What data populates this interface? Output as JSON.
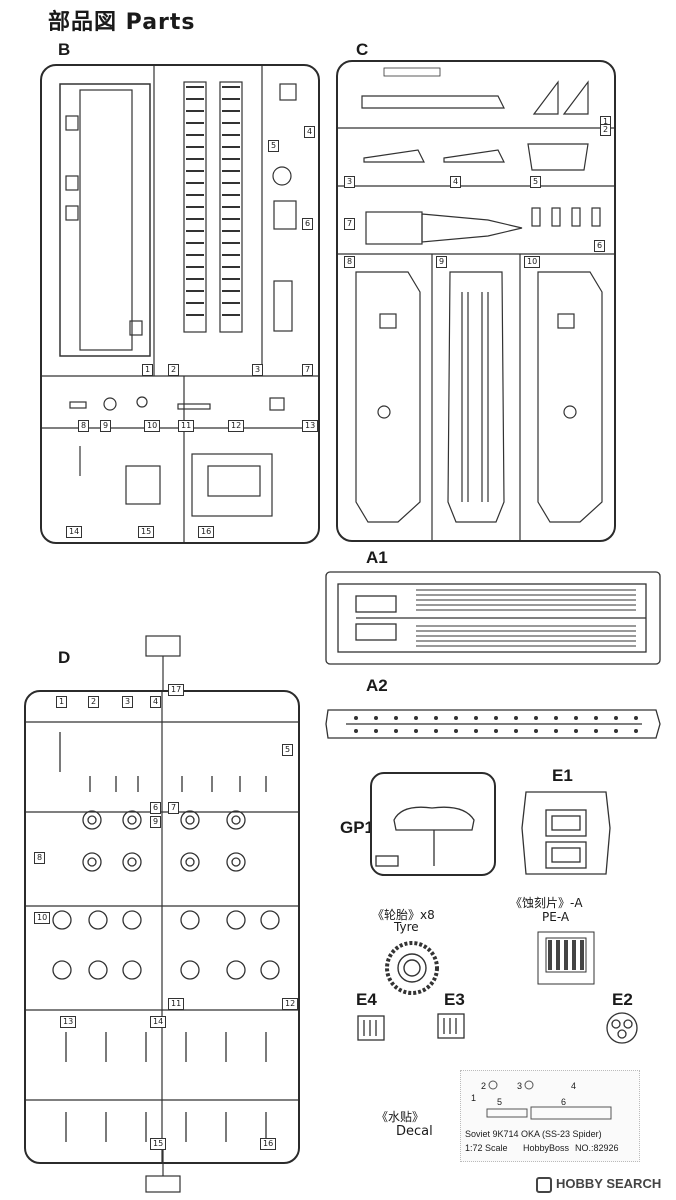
{
  "page": {
    "title": "部品図 Parts"
  },
  "sprues": {
    "B": {
      "label": "B",
      "numbers": [
        "1",
        "2",
        "3",
        "4",
        "5",
        "6",
        "7",
        "8",
        "9",
        "10",
        "11",
        "12",
        "13",
        "14",
        "15",
        "16"
      ]
    },
    "C": {
      "label": "C",
      "numbers": [
        "1",
        "2",
        "3",
        "4",
        "5",
        "6",
        "7",
        "8",
        "9",
        "10"
      ]
    },
    "D": {
      "label": "D",
      "numbers": [
        "1",
        "2",
        "3",
        "4",
        "5",
        "6",
        "7",
        "8",
        "9",
        "10",
        "11",
        "12",
        "13",
        "14",
        "15",
        "16",
        "17"
      ]
    },
    "A1": {
      "label": "A1"
    },
    "A2": {
      "label": "A2"
    },
    "GP1": {
      "label": "GP1"
    },
    "E1": {
      "label": "E1"
    },
    "E2": {
      "label": "E2"
    },
    "E3": {
      "label": "E3"
    },
    "E4": {
      "label": "E4"
    },
    "PEA": {
      "label": "PE-A",
      "heading": "《蚀刻片》-A"
    }
  },
  "tyre": {
    "heading": "《轮胎》x8",
    "label": "Tyre"
  },
  "decal": {
    "heading": "《水贴》",
    "label": "Decal",
    "numbers": [
      "1",
      "2",
      "3",
      "4",
      "5",
      "6"
    ]
  },
  "kit": {
    "name": "Soviet 9K714 OKA (SS-23 Spider)",
    "scale": "1:72 Scale",
    "maker": "HobbyBoss",
    "number": "NO.:82926"
  },
  "watermark": {
    "text": "HOBBY SEARCH"
  }
}
